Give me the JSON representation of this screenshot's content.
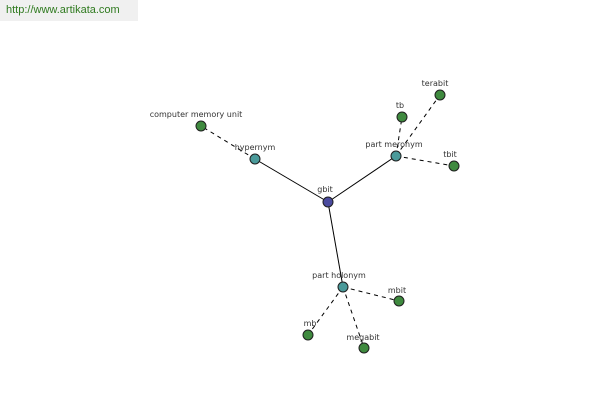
{
  "banner": {
    "url_text": "http://www.artikata.com"
  },
  "colors": {
    "root": "#4a4a9e",
    "relation": "#4a9a9a",
    "leaf": "#3f8a3f"
  },
  "graph": {
    "nodes": [
      {
        "id": "gbit",
        "label": "gbit",
        "kind": "root"
      },
      {
        "id": "hypernym",
        "label": "hypernym",
        "kind": "relation"
      },
      {
        "id": "part-meronym",
        "label": "part meronym",
        "kind": "relation"
      },
      {
        "id": "part-holonym",
        "label": "part holonym",
        "kind": "relation"
      },
      {
        "id": "computer-memory-unit",
        "label": "computer memory unit",
        "kind": "leaf"
      },
      {
        "id": "tb",
        "label": "tb",
        "kind": "leaf"
      },
      {
        "id": "terabit",
        "label": "terabit",
        "kind": "leaf"
      },
      {
        "id": "tbit",
        "label": "tbit",
        "kind": "leaf"
      },
      {
        "id": "mbit",
        "label": "mbit",
        "kind": "leaf"
      },
      {
        "id": "mb",
        "label": "mb",
        "kind": "leaf"
      },
      {
        "id": "megabit",
        "label": "megabit",
        "kind": "leaf"
      }
    ],
    "edges": [
      {
        "from": "gbit",
        "to": "hypernym",
        "style": "solid"
      },
      {
        "from": "gbit",
        "to": "part-meronym",
        "style": "solid"
      },
      {
        "from": "gbit",
        "to": "part-holonym",
        "style": "solid"
      },
      {
        "from": "hypernym",
        "to": "computer-memory-unit",
        "style": "dashed"
      },
      {
        "from": "part-meronym",
        "to": "tb",
        "style": "dashed"
      },
      {
        "from": "part-meronym",
        "to": "terabit",
        "style": "dashed"
      },
      {
        "from": "part-meronym",
        "to": "tbit",
        "style": "dashed"
      },
      {
        "from": "part-holonym",
        "to": "mbit",
        "style": "dashed"
      },
      {
        "from": "part-holonym",
        "to": "mb",
        "style": "dashed"
      },
      {
        "from": "part-holonym",
        "to": "megabit",
        "style": "dashed"
      }
    ]
  }
}
